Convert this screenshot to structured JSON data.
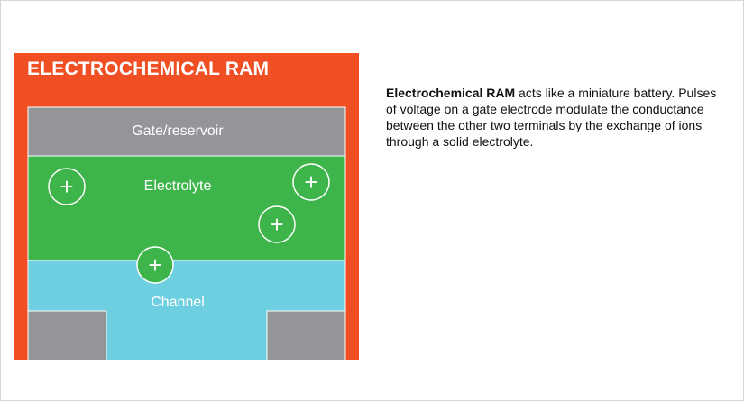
{
  "diagram": {
    "title": "ELECTROCHEMICAL RAM",
    "layers": {
      "gate": "Gate/reservoir",
      "electrolyte": "Electrolyte",
      "channel": "Channel"
    },
    "ion_symbol": "+",
    "colors": {
      "background": "#f04e23",
      "gate": "#939598",
      "electrolyte": "#3db54a",
      "channel": "#6dcfe0",
      "terminal": "#939598"
    }
  },
  "caption": {
    "lead": "Electrochemical RAM",
    "body": " acts like a miniature battery. Pulses of voltage on a gate electrode modulate the conductance between the other two terminals by the exchange of ions through a solid electrolyte."
  }
}
